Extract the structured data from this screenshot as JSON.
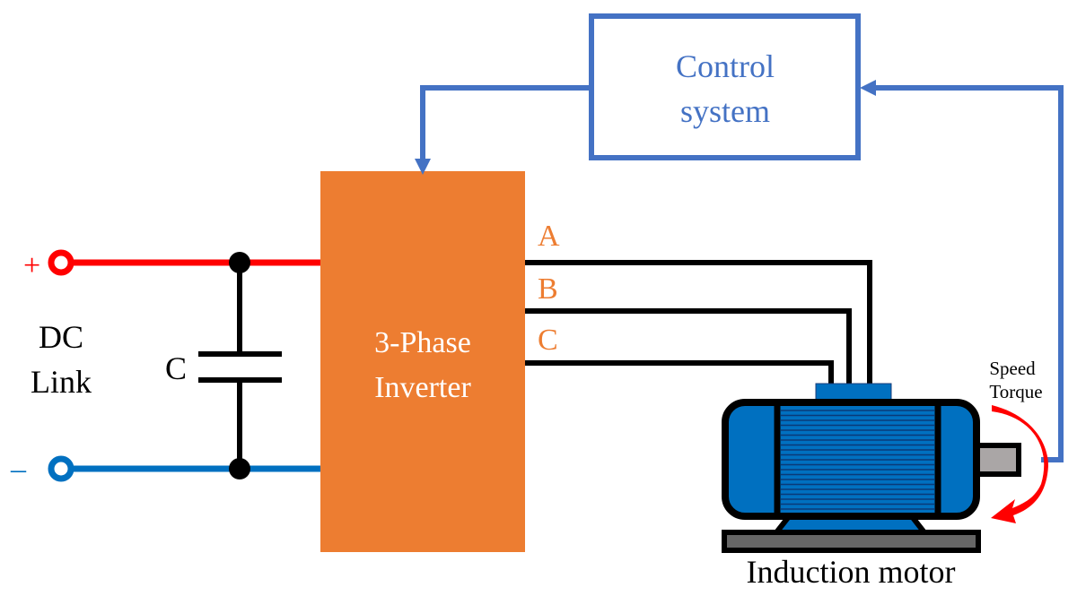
{
  "diagram": {
    "title": "Induction motor drive block diagram",
    "dc_link": {
      "label_line1": "DC",
      "label_line2": "Link",
      "positive_symbol": "+",
      "negative_symbol": "–",
      "capacitor_label": "C"
    },
    "inverter": {
      "label_line1": "3-Phase",
      "label_line2": "Inverter"
    },
    "phases": [
      "A",
      "B",
      "C"
    ],
    "control": {
      "label_line1": "Control",
      "label_line2": "system"
    },
    "motor": {
      "label": "Induction motor",
      "feedback_line1": "Speed",
      "feedback_line2": "Torque"
    },
    "colors": {
      "positive_rail": "#ff0000",
      "negative_rail": "#0070c0",
      "inverter_fill": "#ed7d31",
      "control_blue": "#4472c4",
      "phase_label": "#ed7d31",
      "motor_blue": "#0070c0",
      "torque_arrow": "#ff0000"
    }
  }
}
